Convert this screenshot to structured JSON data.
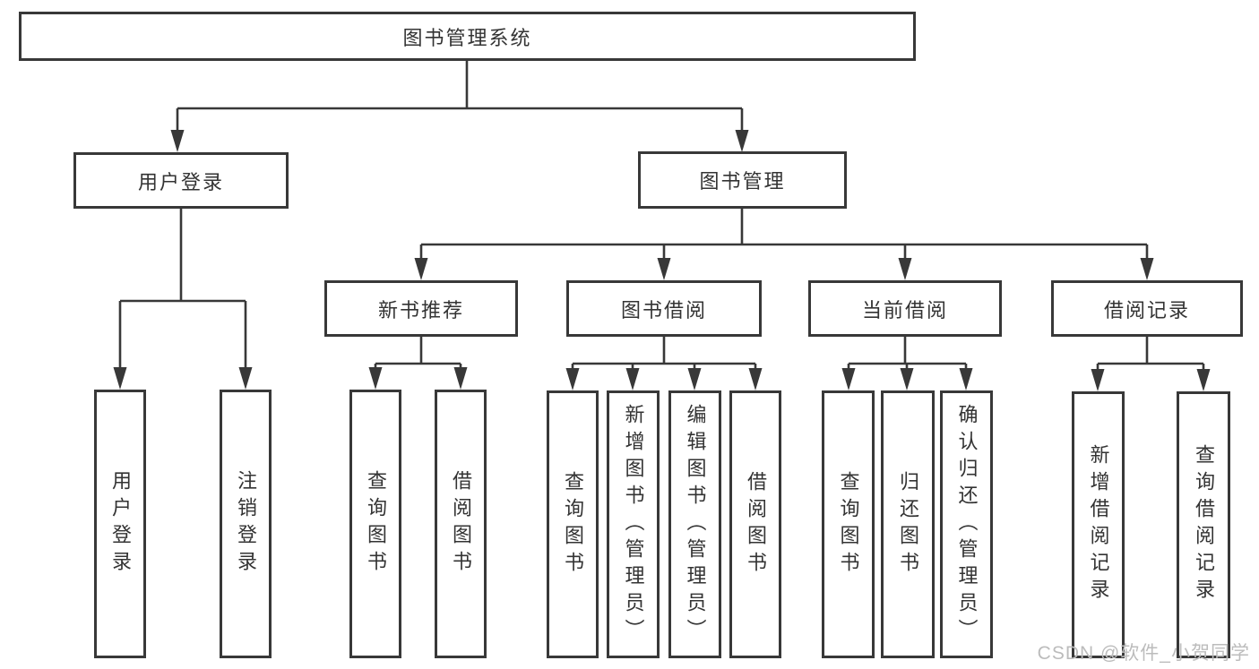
{
  "diagram": {
    "type": "hierarchy-tree",
    "tree": {
      "label": "图书管理系统",
      "children": [
        {
          "label": "用户登录",
          "children": [
            {
              "label": "用户登录"
            },
            {
              "label": "注销登录"
            }
          ]
        },
        {
          "label": "图书管理",
          "children": [
            {
              "label": "新书推荐",
              "children": [
                {
                  "label": "查询图书"
                },
                {
                  "label": "借阅图书"
                }
              ]
            },
            {
              "label": "图书借阅",
              "children": [
                {
                  "label": "查询图书"
                },
                {
                  "label": "新增图书（管理员）"
                },
                {
                  "label": "编辑图书（管理员）"
                },
                {
                  "label": "借阅图书"
                }
              ]
            },
            {
              "label": "当前借阅",
              "children": [
                {
                  "label": "查询图书"
                },
                {
                  "label": "归还图书"
                },
                {
                  "label": "确认归还（管理员）"
                }
              ]
            },
            {
              "label": "借阅记录",
              "children": [
                {
                  "label": "新增借阅记录"
                },
                {
                  "label": "查询借阅记录"
                }
              ]
            }
          ]
        }
      ]
    },
    "colors": {
      "line": "#383838",
      "box_border": "#383838",
      "text": "#333333",
      "background": "#ffffff",
      "watermark_text": "#bcbcbc"
    }
  },
  "watermark": "CSDN @软件_小贺同学"
}
